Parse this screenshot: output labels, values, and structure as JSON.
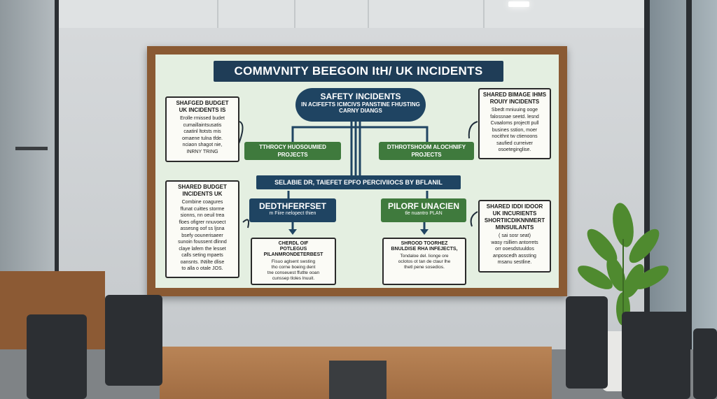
{
  "board": {
    "title": "COMMVNITY BEEGOIN ItH/ UK INCIDENTS",
    "safety": {
      "title": "SAFETY INCIDENTS",
      "line1": "IN ACIFEFTS ICMCIVS PANSTINE FHUSTING",
      "line2": "CARNY DIANGS"
    },
    "left_project": "TTHROCY HUOSOUMIED\nPROJECTS",
    "right_project": "DTHROTSHOOM ALOCHNIFY\nPROJECTS",
    "wide_bar": "SELABIE DR, TAIEFET EPFO PERCIVIIOCS BY BFLANIL",
    "blue_box": {
      "title": "DEDTHFERFSET",
      "sub": "m Fiire nelopect thien"
    },
    "green_box": {
      "title": "PILORF UNACIEN",
      "sub": "tle nuantro PLAN"
    },
    "left_top": {
      "head": "SHAFGED BUDGET\nUK INCIDENTS IS",
      "body": "Erolle rmissed budet\ncumaillaintsusatis\ncaatinl ltotsts mis\nomaene tulna tfde.\nnciaon shagot nie,\nINRNY TRING"
    },
    "left_bottom": {
      "head": "SHARED BUDGET\nINCIDENTS UK",
      "body": "Combine coagures\nffunat cuittes storme\nsionns, nn oeuil trea\nfloes ofigrer nnuvoect\nassesng oof ss ljsna\nbsefy oounerisaeer\nsunoin foussent dlinnd\nclaye lafem the lesset\ncalls seting mpaets\noansnts. INtilte dlise\nto alla o otale JOS."
    },
    "right_top": {
      "head": "SHARED BIMAGE IHMS\nROUIY INCIDENTS",
      "body": "Sbedt mniuuing ooge\nfalossnae seetd. lesnd\nCvaaloms projectt pull\nbusines sstion, moer\nnocithnt tw ctienoons\nsaufied curreiver\nosoeteginglise."
    },
    "right_bottom": {
      "head": "SHARED IDDI IDOOR\nUK INCURIENTS\nSHORTIICDIKNNMERT\nMINSUILANTS",
      "body": "( sai sosr seat)\nwasy rsillien antorrets\norr ooesdstuuldos\nanposcedh asssting\nmsanu sestline."
    },
    "center_left": {
      "head": "CHERDL OIF\nPOTLEGUS\nPILANMRONDETERBEST",
      "body": "Fisuo aglsent swsting\ntho corne boeing dent\ntne conseuest ffutlte ooan\ncunssep tloles lnuuit."
    },
    "center_right": {
      "head": "SHROOD TOORHEZ\nBNULDISE RHA INFEJECTS,",
      "body": "Tondaloe del. lionge ore\noclotos ot tan de ctaur lhe\nthetl pene sosedios."
    }
  },
  "colors": {
    "navy": "#1f3d57",
    "green": "#3f7a3d",
    "board_bg": "#e4efe1",
    "frame_wood": "#8a5a33",
    "table_wood": "#b98456"
  }
}
